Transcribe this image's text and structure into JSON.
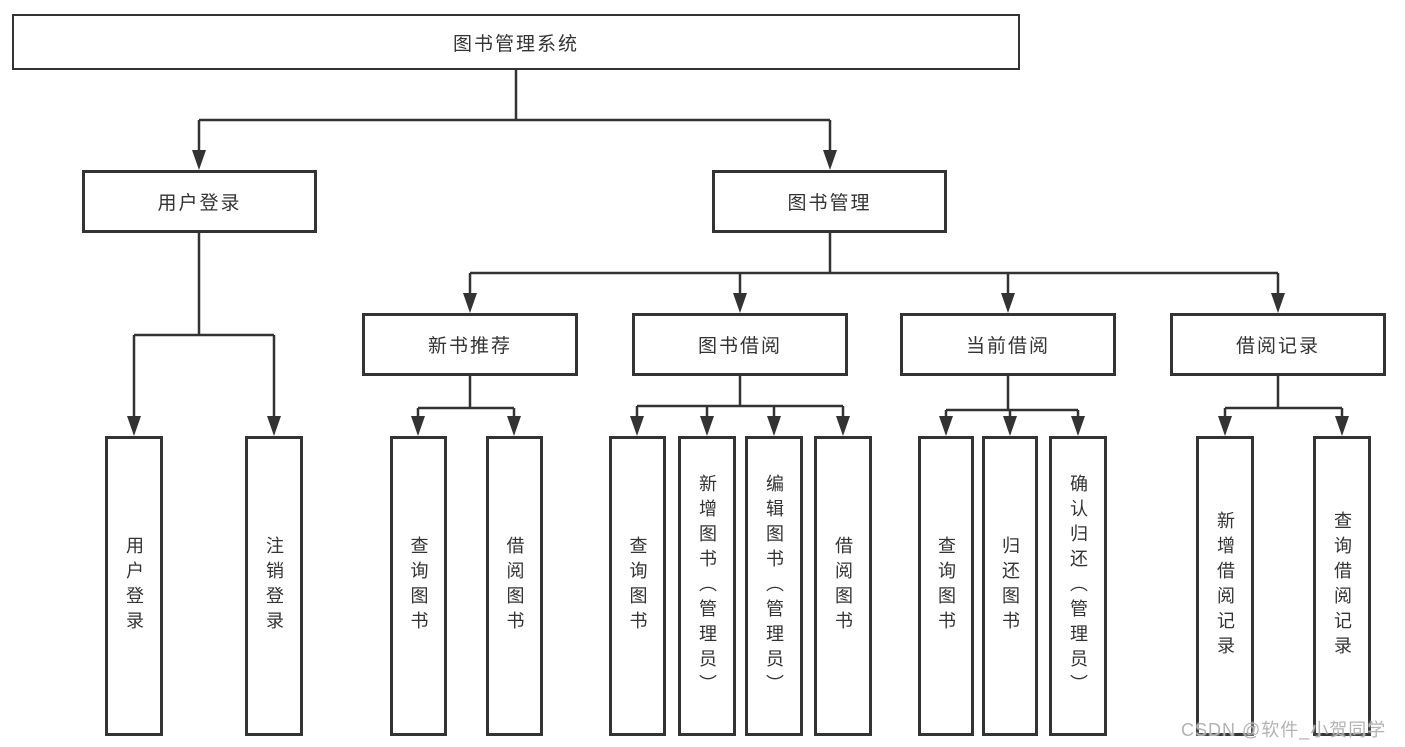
{
  "diagram": {
    "title": "图书管理系统",
    "nodes": {
      "root": "图书管理系统",
      "l2_user_login": "用户登录",
      "l2_book_mgmt": "图书管理",
      "l3_new_book_rec": "新书推荐",
      "l3_book_borrow": "图书借阅",
      "l3_current_borrow": "当前借阅",
      "l3_borrow_records": "借阅记录",
      "leaf_user_login": "用户登录",
      "leaf_logout": "注销登录",
      "leaf_query_books_1": "查询图书",
      "leaf_borrow_books_1": "借阅图书",
      "leaf_query_books_2": "查询图书",
      "leaf_add_books_admin": "新增图书（管理员）",
      "leaf_edit_books_admin": "编辑图书（管理员）",
      "leaf_borrow_books_2": "借阅图书",
      "leaf_query_books_3": "查询图书",
      "leaf_return_books": "归还图书",
      "leaf_confirm_return_admin": "确认归还（管理员）",
      "leaf_add_borrow_record": "新增借阅记录",
      "leaf_query_borrow_record": "查询借阅记录"
    },
    "colors": {
      "line": "#333333",
      "text": "#333333",
      "box_background": "#ffffff",
      "watermark": "#b3b3b3"
    }
  },
  "watermark": {
    "text": "CSDN @软件_小贺同学"
  }
}
